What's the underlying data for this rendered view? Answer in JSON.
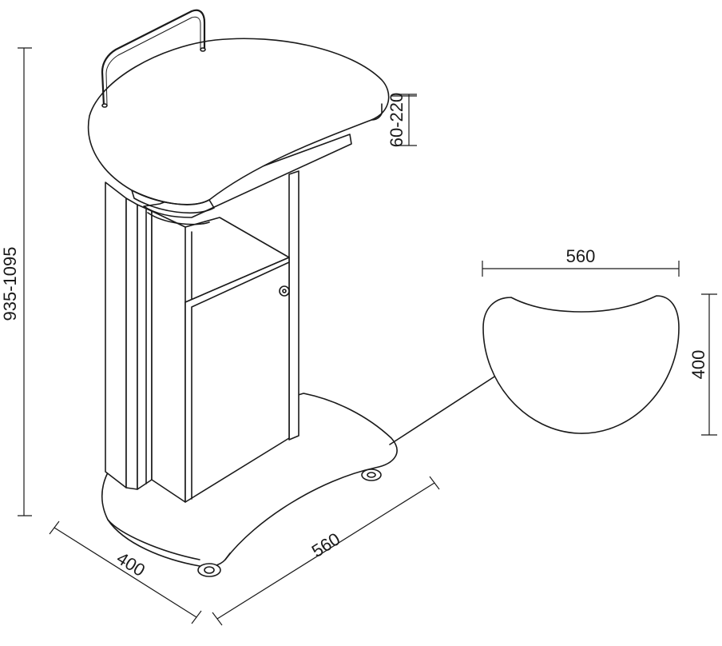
{
  "dimensions": {
    "height_range": "935-1095",
    "top_adjust": "60-220",
    "depth": "400",
    "width": "560",
    "plan_width": "560",
    "plan_depth": "400"
  },
  "colors": {
    "line": "#1a1a1a",
    "background": "#ffffff"
  }
}
